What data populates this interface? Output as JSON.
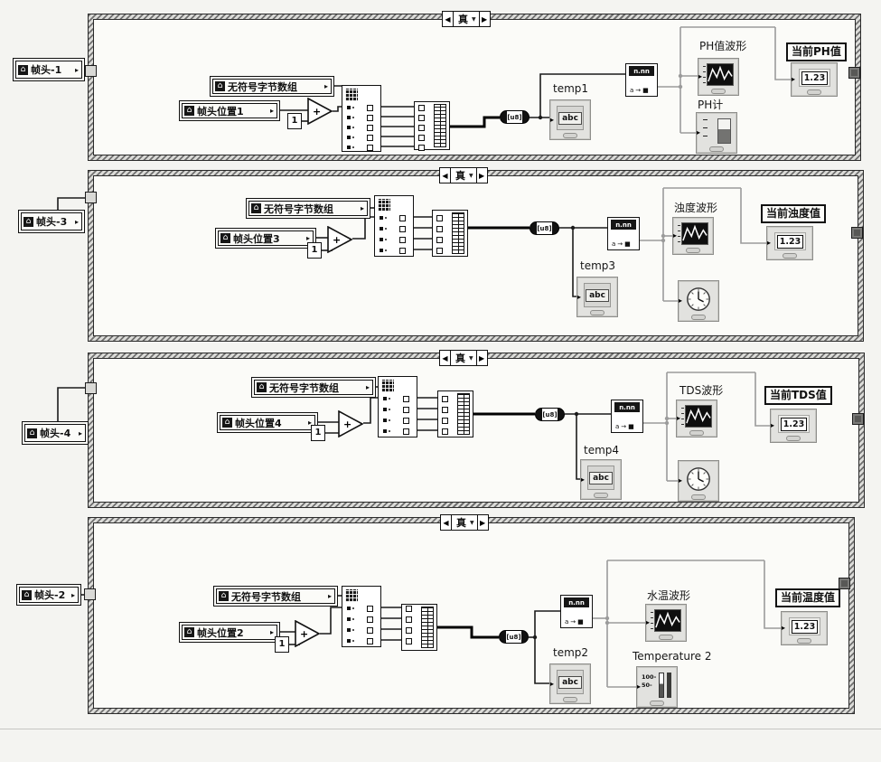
{
  "case_label": "真",
  "glyphs": {
    "home": "⌂",
    "out_arrow": "▸",
    "in_arrow": "▸",
    "case_prev": "◀",
    "case_next": "▶",
    "case_drop": "▼"
  },
  "frames": [
    {
      "local_var": "帧头-1",
      "byte_array_var": "无符号字节数组",
      "position_var": "帧头位置1",
      "increment_const": "1",
      "add_sign": "+",
      "u8_label": "[u8]",
      "conv_label": "n.nn",
      "conv_sub": "a→■",
      "temp_label": "temp1",
      "temp_value": "abc",
      "chart_label": "PH值波形",
      "aux_label": "PH计",
      "result_label": "当前PH值",
      "result_value": "1.23"
    },
    {
      "local_var": "帧头-3",
      "byte_array_var": "无符号字节数组",
      "position_var": "帧头位置3",
      "increment_const": "1",
      "add_sign": "+",
      "u8_label": "[u8]",
      "conv_label": "n.nn",
      "conv_sub": "a→■",
      "temp_label": "temp3",
      "temp_value": "abc",
      "chart_label": "浊度波形",
      "aux_label": "",
      "result_label": "当前浊度值",
      "result_value": "1.23"
    },
    {
      "local_var": "帧头-4",
      "byte_array_var": "无符号字节数组",
      "position_var": "帧头位置4",
      "increment_const": "1",
      "add_sign": "+",
      "u8_label": "[u8]",
      "conv_label": "n.nn",
      "conv_sub": "a→■",
      "temp_label": "temp4",
      "temp_value": "abc",
      "chart_label": "TDS波形",
      "aux_label": "",
      "result_label": "当前TDS值",
      "result_value": "1.23"
    },
    {
      "local_var": "帧头-2",
      "byte_array_var": "无符号字节数组",
      "position_var": "帧头位置2",
      "increment_const": "1",
      "add_sign": "+",
      "u8_label": "[u8]",
      "conv_label": "n.nn",
      "conv_sub": "a→■",
      "temp_label": "temp2",
      "temp_value": "abc",
      "chart_label": "水温波形",
      "aux_label": "Temperature 2",
      "slide_scale": [
        "100-",
        "50-"
      ],
      "result_label": "当前温度值",
      "result_value": "1.23"
    }
  ]
}
